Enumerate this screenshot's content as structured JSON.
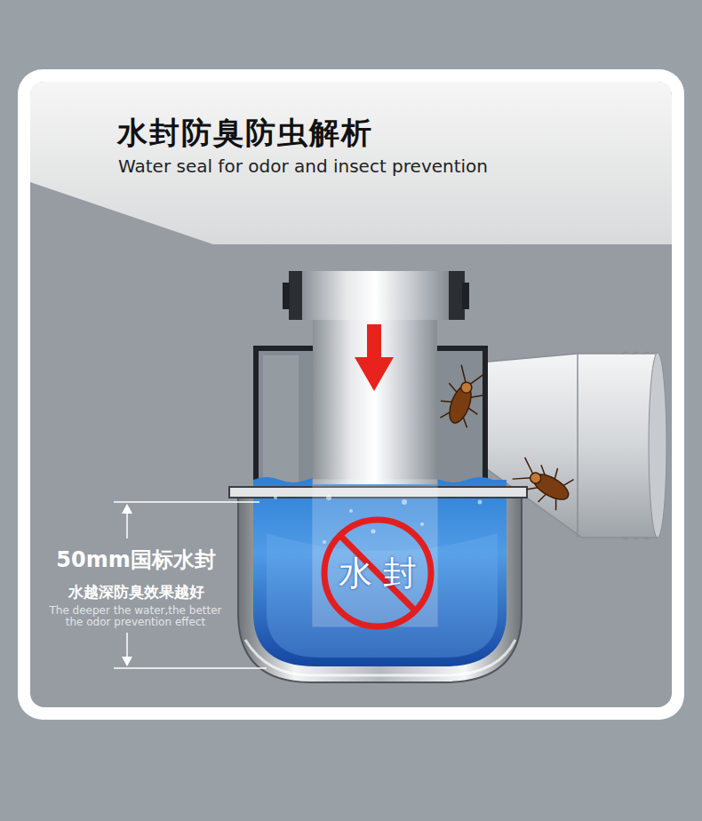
{
  "diagram": {
    "title": "水封防臭防虫解析",
    "nodes": [
      {
        "text": [
          "水 封"
        ]
      }
    ],
    "edges": [],
    "labels": [
      "Water seal for odor and insect prevention",
      "50mm国标水封",
      "水越深防臭效果越好",
      "The deeper the water,the better the odor prevention effect"
    ]
  }
}
